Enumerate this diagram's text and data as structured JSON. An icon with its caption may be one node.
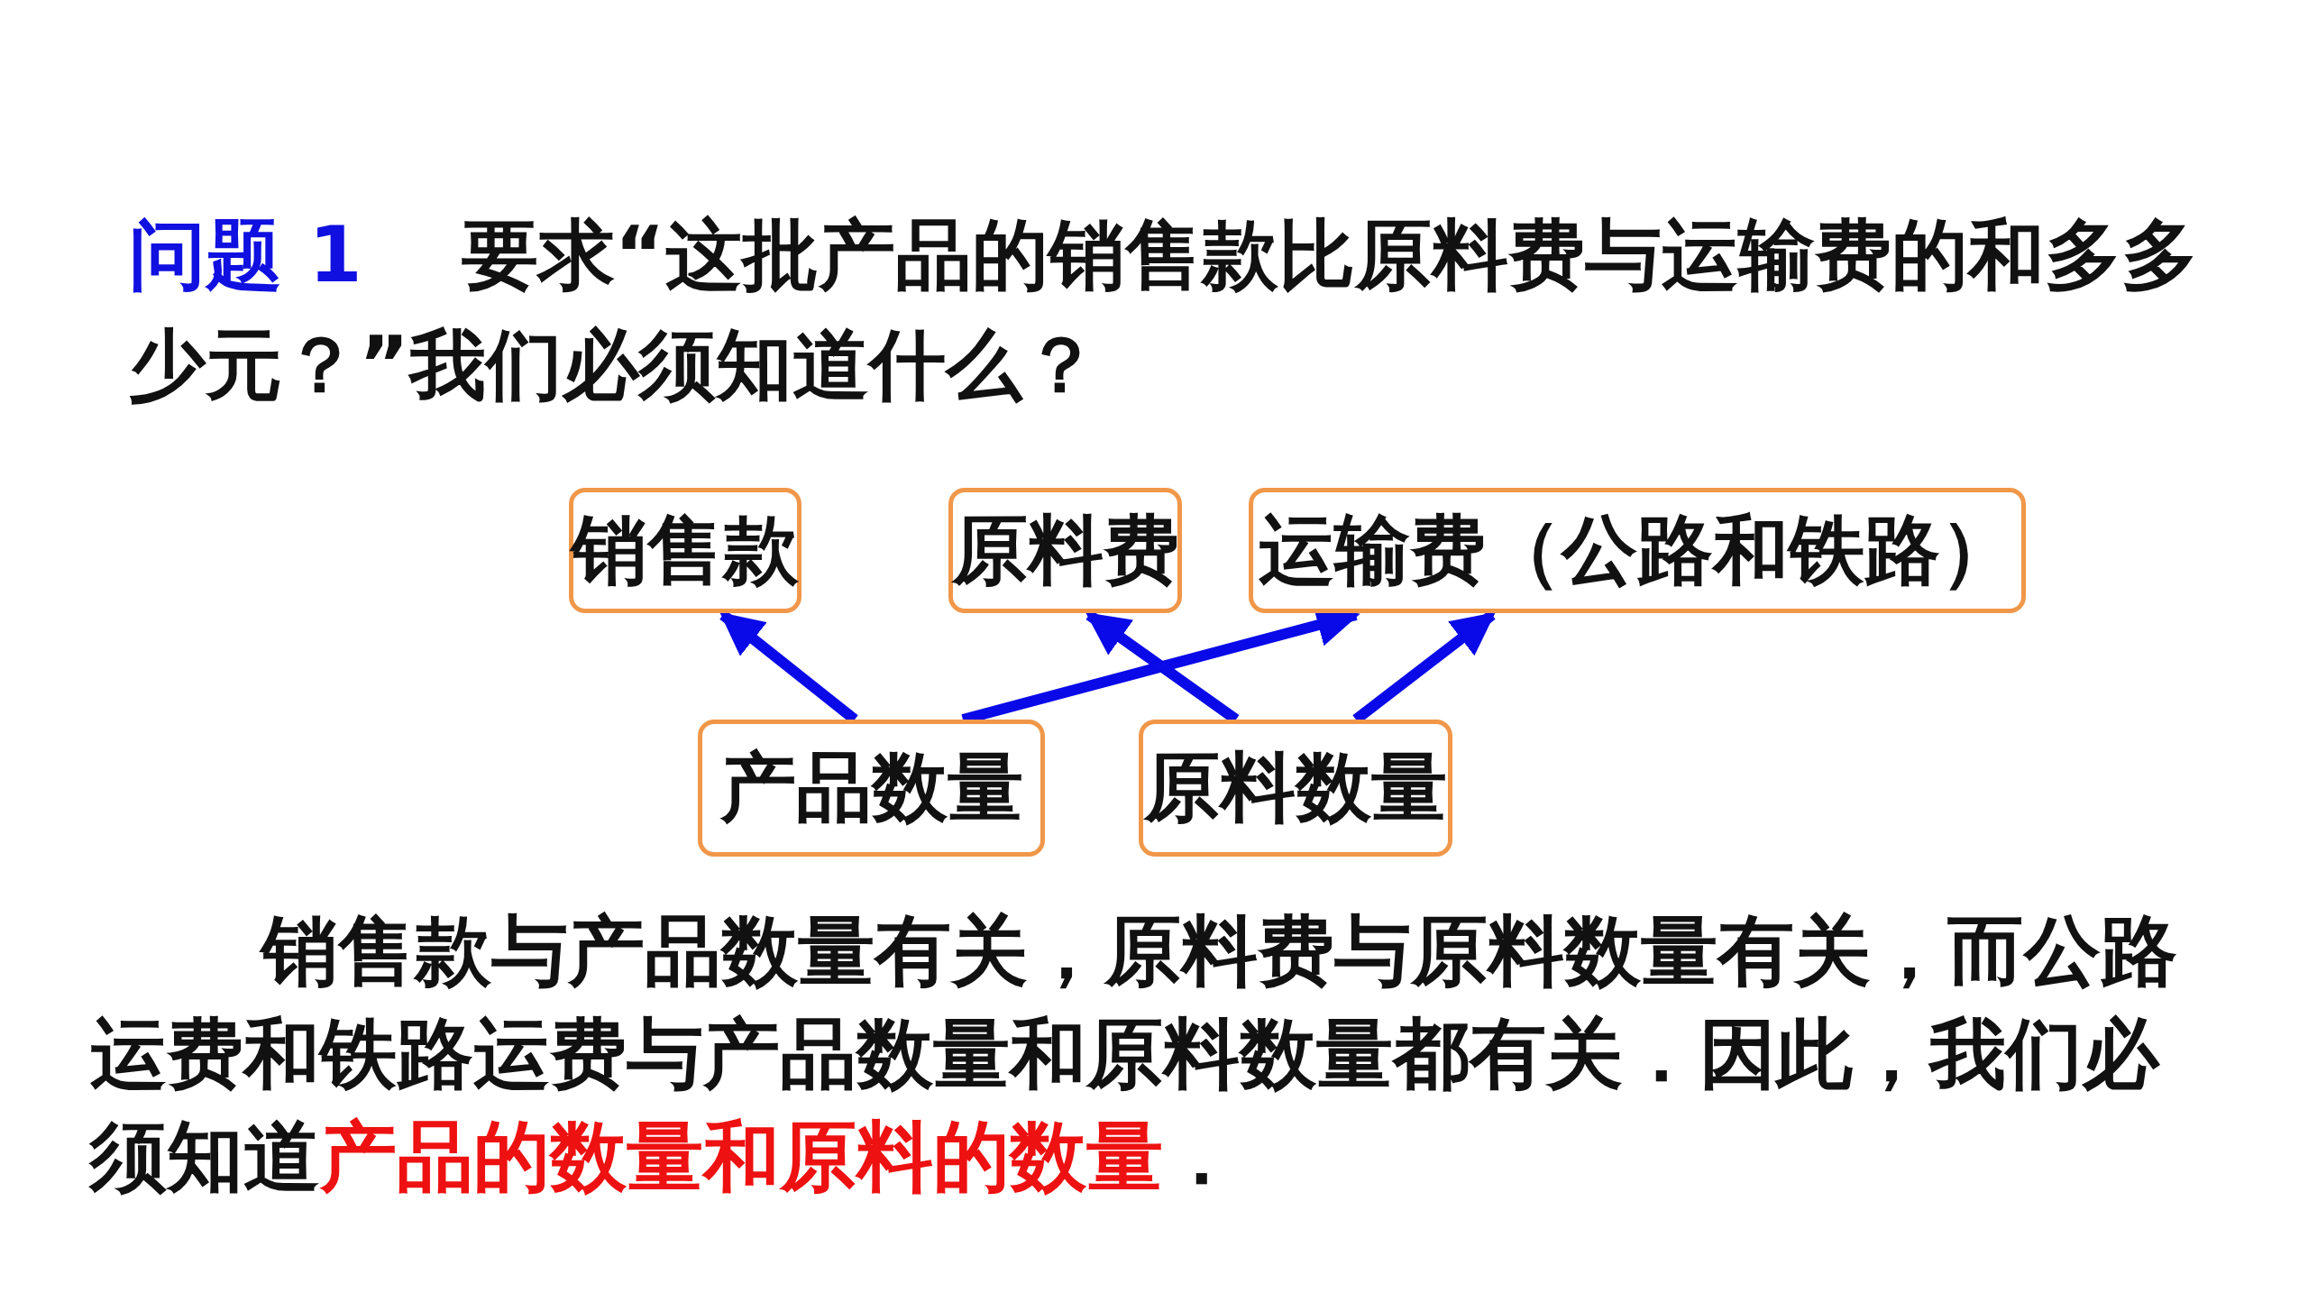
{
  "diagram": {
    "title": "问题 1",
    "nodes": [
      {
        "text": [
          "销售款"
        ]
      },
      {
        "text": [
          "原料费"
        ]
      },
      {
        "text": [
          "运输费（公路和铁路）"
        ]
      },
      {
        "text": [
          "产品数量"
        ]
      },
      {
        "text": [
          "原料数量"
        ]
      }
    ],
    "edges": [
      {
        "from": 3,
        "to": 0,
        "arrow": "to"
      },
      {
        "from": 3,
        "to": 2,
        "arrow": "to"
      },
      {
        "from": 4,
        "to": 1,
        "arrow": "to"
      },
      {
        "from": 4,
        "to": 2,
        "arrow": "to"
      }
    ],
    "labels": [
      "要求“这批产品的销售款比原料费与运输费的和多多少元？”我们必须知道什么？",
      "销售款与产品数量有关，原料费与原料数量有关，而公路运费和铁路运费与产品数量和原料数量都有关．因此，我们必须知道",
      "产品的数量和原料的数量",
      "．"
    ]
  }
}
